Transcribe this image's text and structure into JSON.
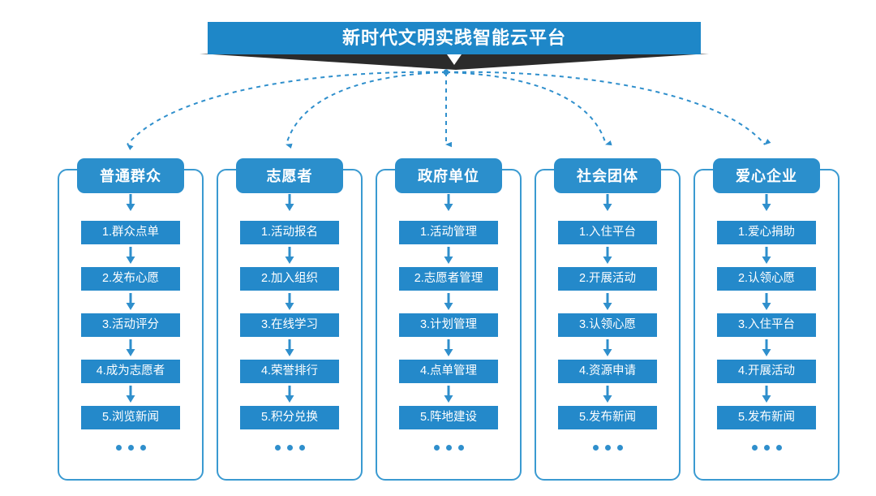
{
  "header": {
    "title": "新时代文明实践智能云平台",
    "banner_color": "#1e87c8",
    "shadow_color": "#2b2b2b"
  },
  "theme": {
    "box_blue": "#2489ca",
    "header_blue": "#2b8fcc",
    "card_border": "#3a9ad1",
    "arrow_blue": "#2f8fcc",
    "dashed_blue": "#2f8fcc",
    "text_white": "#ffffff"
  },
  "ellipsis": "· · ·",
  "columns": [
    {
      "id": "public",
      "header": "普通群众",
      "items": [
        "1.群众点单",
        "2.发布心愿",
        "3.活动评分",
        "4.成为志愿者",
        "5.浏览新闻"
      ]
    },
    {
      "id": "volunteer",
      "header": "志愿者",
      "items": [
        "1.活动报名",
        "2.加入组织",
        "3.在线学习",
        "4.荣誉排行",
        "5.积分兑换"
      ]
    },
    {
      "id": "government",
      "header": "政府单位",
      "items": [
        "1.活动管理",
        "2.志愿者管理",
        "3.计划管理",
        "4.点单管理",
        "5.阵地建设"
      ]
    },
    {
      "id": "social-group",
      "header": "社会团体",
      "items": [
        "1.入住平台",
        "2.开展活动",
        "3.认领心愿",
        "4.资源申请",
        "5.发布新闻"
      ]
    },
    {
      "id": "enterprise",
      "header": "爱心企业",
      "items": [
        "1.爱心捐助",
        "2.认领心愿",
        "3.入住平台",
        "4.开展活动",
        "5.发布新闻"
      ]
    }
  ]
}
